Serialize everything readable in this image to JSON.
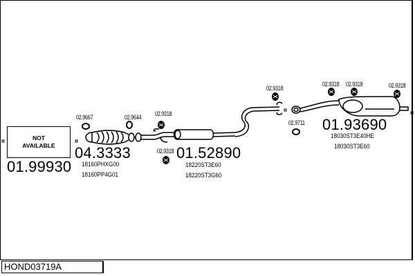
{
  "diagram": {
    "reference_code": "HOND03719A",
    "not_available_box": {
      "line1": "NOT",
      "line2": "AVAILABLE",
      "part_number": "01.99930"
    },
    "catalytic_converter": {
      "part_number": "04.3333",
      "oem_numbers": [
        "18160PHXG00",
        "18160PP4G01"
      ]
    },
    "middle_silencer": {
      "part_number": "01.52890",
      "oem_numbers": [
        "18220ST3E60",
        "18220ST3G60"
      ]
    },
    "rear_silencer": {
      "part_number": "01.93690",
      "oem_numbers": [
        "18030ST3E40HE",
        "18030ST3E60"
      ]
    },
    "small_parts": [
      {
        "id": "gasket-1",
        "label": "02.9667",
        "type": "gasket-ring"
      },
      {
        "id": "gasket-2",
        "label": "02.9644",
        "type": "gasket-ring"
      },
      {
        "id": "hanger-1",
        "label": "02.9318",
        "type": "rubber-hanger"
      },
      {
        "id": "hanger-2",
        "label": "02.9318",
        "type": "rubber-hanger"
      },
      {
        "id": "hanger-3",
        "label": "02.9318",
        "type": "rubber-hanger"
      },
      {
        "id": "gasket-3",
        "label": "02.9711",
        "type": "gasket-ring"
      },
      {
        "id": "hanger-4",
        "label": "02.9318",
        "type": "rubber-hanger"
      },
      {
        "id": "hanger-5",
        "label": "02.9318",
        "type": "rubber-hanger"
      },
      {
        "id": "hanger-6",
        "label": "02.9318",
        "type": "rubber-hanger"
      }
    ]
  }
}
